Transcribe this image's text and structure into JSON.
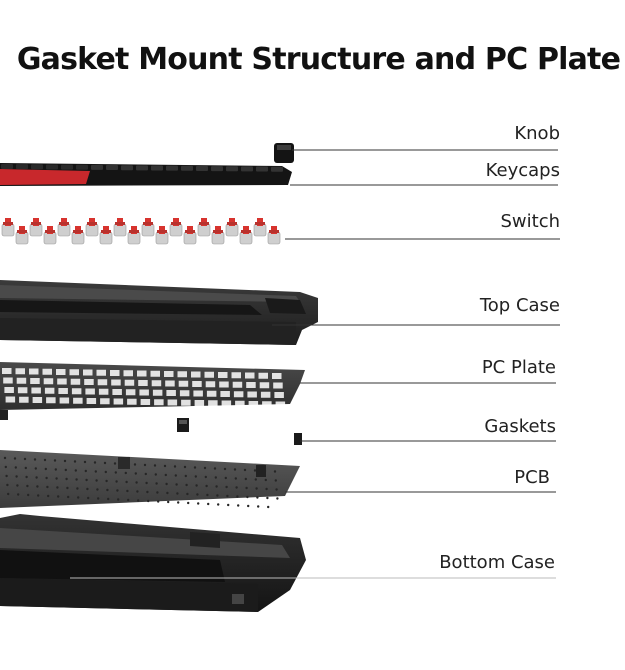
{
  "title": "Gasket Mount Structure and PC Plate",
  "labels": {
    "knob": "Knob",
    "keycaps": "Keycaps",
    "switch": "Switch",
    "top_case": "Top Case",
    "pc_plate": "PC Plate",
    "gaskets": "Gaskets",
    "pcb": "PCB",
    "bottom_case": "Bottom Case"
  },
  "colors": {
    "keycap_black": "#1c1c1c",
    "keycap_red": "#c8282c",
    "switch_stem": "#d7332e",
    "case": "#2a2a2a",
    "plate": "#3a3a3a",
    "pcb": "#474747",
    "leader_line": "#333333"
  }
}
